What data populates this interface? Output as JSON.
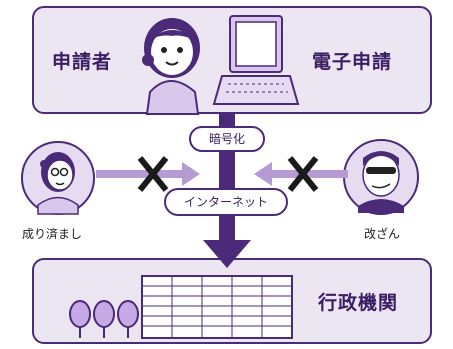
{
  "top_box": {
    "left_label": "申請者",
    "right_label": "電子申請"
  },
  "bottom_box": {
    "label": "行政機関"
  },
  "channel": {
    "encryption_label": "暗号化",
    "network_label": "インターネット"
  },
  "attackers": {
    "left_label": "成り済まし",
    "right_label": "改ざん"
  },
  "colors": {
    "accent": "#4b2a7a",
    "light": "#ece6f3",
    "arrow_light": "#b59ad4"
  }
}
